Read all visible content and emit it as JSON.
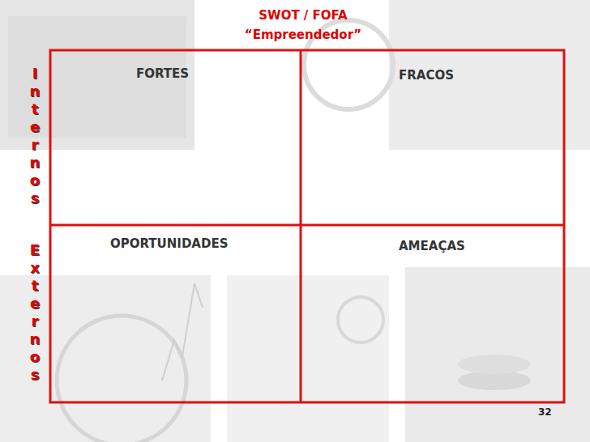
{
  "diagram": {
    "title": "SWOT / FOFA",
    "nodes": [
      {
        "text": [
          "FORTES"
        ]
      },
      {
        "text": [
          "FRACOS"
        ]
      },
      {
        "text": [
          "OPORTUNIDADES"
        ]
      },
      {
        "text": [
          "AMEAÇAS"
        ]
      }
    ],
    "labels": [
      "“Empreendedor”",
      "Internos",
      "Externos",
      "32"
    ]
  }
}
